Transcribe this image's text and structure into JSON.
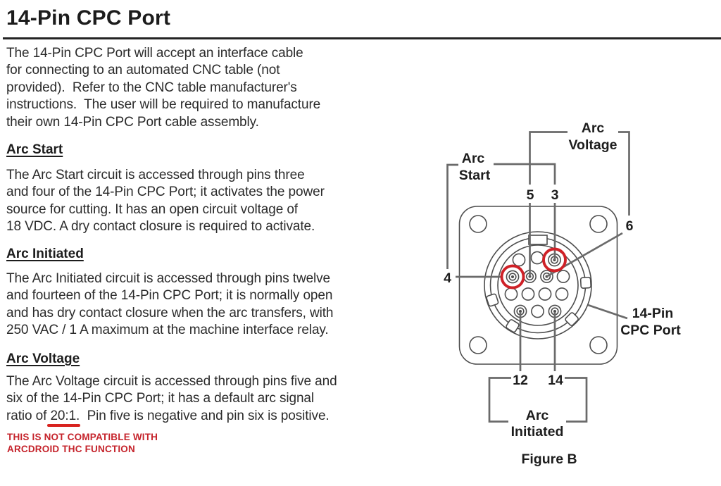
{
  "page": {
    "title": "14-Pin CPC Port",
    "intro": "The 14-Pin CPC Port will accept an interface cable\nfor connecting to an automated CNC table (not\nprovided).  Refer to the CNC table manufacturer's\ninstructions.  The user will be required to manufacture\ntheir own 14-Pin CPC Port cable assembly.",
    "sections": [
      {
        "heading": "Arc Start",
        "body": "The Arc Start circuit is accessed through pins three\nand four of the 14-Pin CPC Port; it activates the power\nsource for cutting. It has an open circuit voltage of\n18 VDC. A dry contact closure is required to activate."
      },
      {
        "heading": "Arc Initiated",
        "body": "The Arc Initiated circuit is accessed through pins twelve\nand fourteen of the 14-Pin CPC Port; it is normally open\nand has dry contact closure when the arc transfers, with\n250 VAC / 1 A maximum at the machine interface relay."
      },
      {
        "heading": "Arc Voltage",
        "body": "The Arc Voltage circuit is accessed through pins five and\nsix of the 14-Pin CPC Port; it has a default arc signal\nratio of 20:1.  Pin five is negative and pin six is positive."
      }
    ],
    "underlined_ratio": "20:1",
    "warning_line1": "THIS IS NOT COMPATIBLE WITH",
    "warning_line2": "ARCDROID THC FUNCTION"
  },
  "figure": {
    "caption": "Figure B",
    "port_label": [
      "14-Pin",
      "CPC Port"
    ],
    "groups": {
      "arc_start": [
        "Arc",
        "Start"
      ],
      "arc_voltage": [
        "Arc",
        "Voltage"
      ],
      "arc_initiated": [
        "Arc",
        "Initiated"
      ]
    },
    "pin_labels": {
      "three": "3",
      "four": "4",
      "five": "5",
      "six": "6",
      "twelve": "12",
      "fourteen": "14"
    },
    "highlighted_pins": "3, 4",
    "colors": {
      "highlight_red": "#cf2127",
      "warning_red": "#c5232b",
      "callout_gray": "#6a6a6a",
      "outline_gray": "#4d4d4d"
    }
  }
}
